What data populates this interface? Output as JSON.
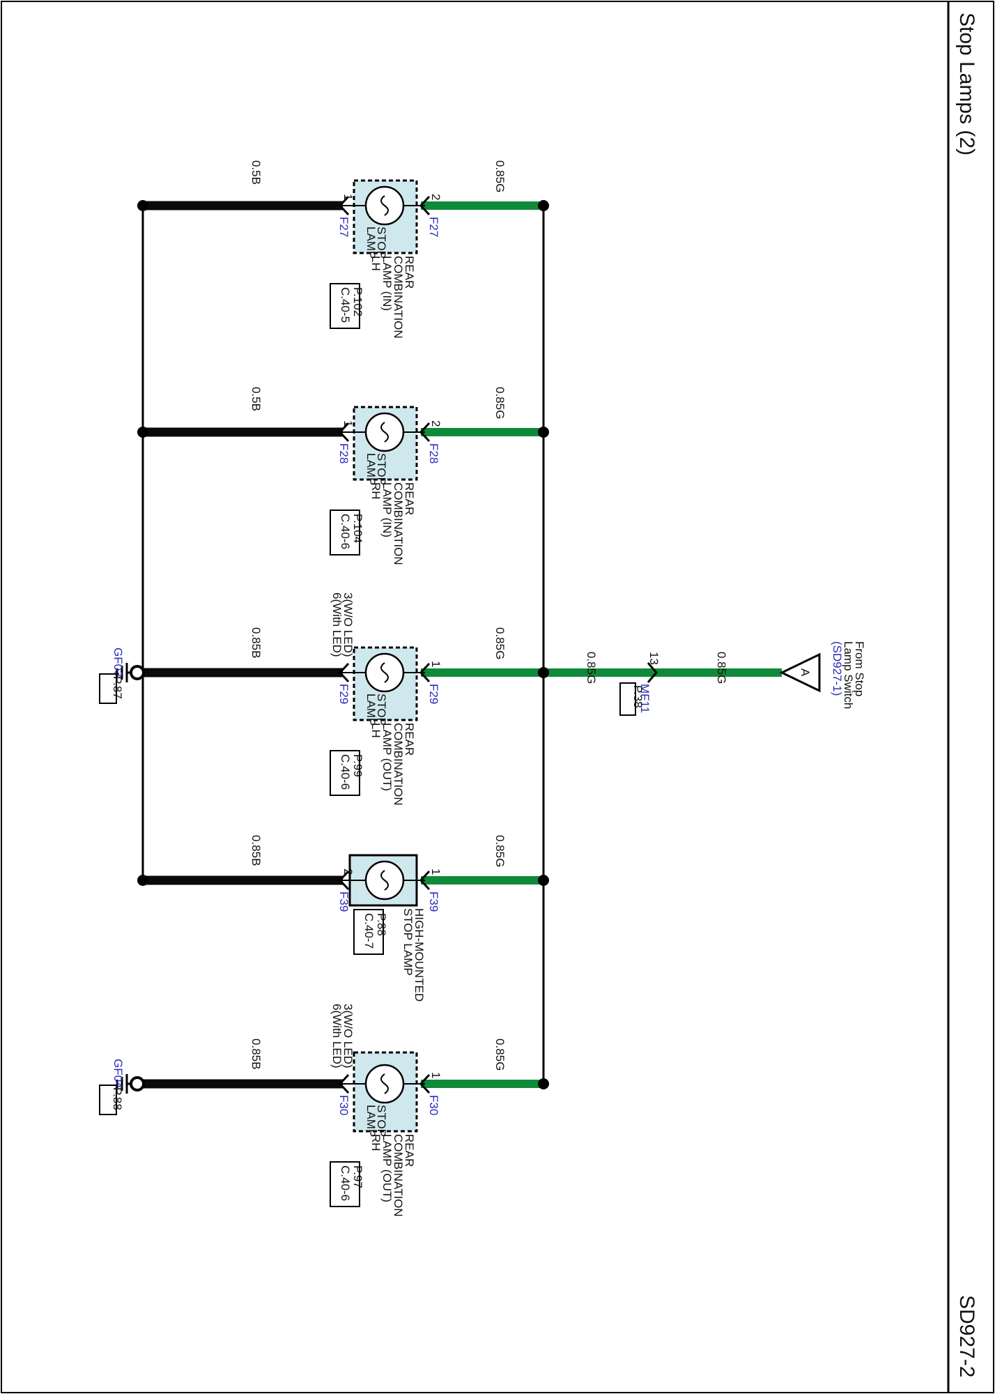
{
  "page": {
    "title": "Stop Lamps (2)",
    "page_code": "SD927-2"
  },
  "colors": {
    "green_wire": "#0e8a3a",
    "black_wire": "#0a0a0a",
    "lamp_fill": "#cfe8ee",
    "link_blue": "#2b2bb8"
  },
  "source": {
    "line1": "From Stop",
    "line2": "Lamp Switch",
    "ref": "(SD927-1)",
    "connector_letter": "A",
    "wire": "0.85G",
    "pin": "13",
    "connector": "MF11",
    "page_ref": "P.38",
    "junction_wire": "0.85G"
  },
  "lamps": [
    {
      "key": "rclh_in",
      "lamp_line1": "STOP",
      "lamp_line2": "LAMP",
      "desc": [
        "REAR",
        "COMBINATION",
        "LAMP (IN)",
        "LH"
      ],
      "page_ref": "P.102",
      "loc_ref": "C.40-5",
      "g_wire": "0.85G",
      "g_pin": "2",
      "g_conn": "F27",
      "b_wire": "0.5B",
      "b_pin": "1",
      "b_conn": "F27",
      "ground": null
    },
    {
      "key": "rcrh_in",
      "lamp_line1": "STOP",
      "lamp_line2": "LAMP",
      "desc": [
        "REAR",
        "COMBINATION",
        "LAMP (IN)",
        "RH"
      ],
      "page_ref": "P.104",
      "loc_ref": "C.40-6",
      "g_wire": "0.85G",
      "g_pin": "2",
      "g_conn": "F28",
      "b_wire": "0.5B",
      "b_pin": "1",
      "b_conn": "F28",
      "ground": null
    },
    {
      "key": "rclh_out",
      "lamp_line1": "STOP",
      "lamp_line2": "LAMP",
      "desc": [
        "REAR",
        "COMBINATION",
        "LAMP (OUT)",
        "LH"
      ],
      "page_ref": "P.99",
      "loc_ref": "C.40-6",
      "g_wire": "0.85G",
      "g_pin": "1",
      "g_conn": "F29",
      "b_wire": "0.85B",
      "b_pin_line1": "3(W/O LED)",
      "b_pin_line2": "6(With LED)",
      "b_conn": "F29",
      "ground": {
        "name": "GF03",
        "page_ref": "P.87"
      }
    },
    {
      "key": "hmsl",
      "lamp_line1": "",
      "lamp_line2": "",
      "desc": [
        "HIGH-MOUNTED",
        "STOP LAMP"
      ],
      "page_ref": "P.88",
      "loc_ref": "C.40-7",
      "g_wire": "0.85G",
      "g_pin": "1",
      "g_conn": "F39",
      "b_wire": "0.85B",
      "b_pin": "2",
      "b_conn": "F39",
      "ground": null
    },
    {
      "key": "rcrh_out",
      "lamp_line1": "STOP",
      "lamp_line2": "LAMP",
      "desc": [
        "REAR",
        "COMBINATION",
        "LAMP (OUT)",
        "RH"
      ],
      "page_ref": "P.97",
      "loc_ref": "C.40-6",
      "g_wire": "0.85G",
      "g_pin": "1",
      "g_conn": "F30",
      "b_wire": "0.85B",
      "b_pin_line1": "3(W/O LED)",
      "b_pin_line2": "6(With LED)",
      "b_conn": "F30",
      "ground": {
        "name": "GF04",
        "page_ref": "P.88"
      }
    }
  ]
}
